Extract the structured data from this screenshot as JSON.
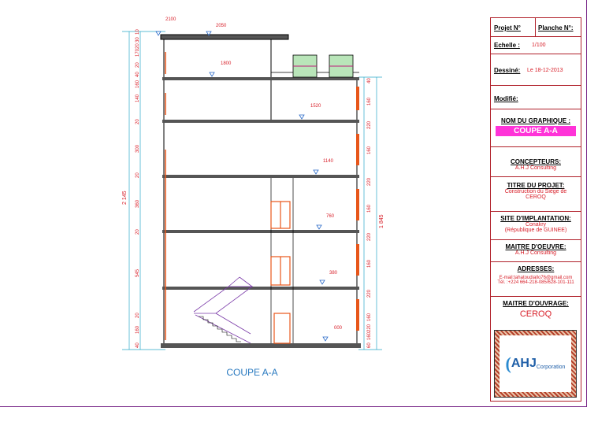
{
  "drawing": {
    "caption": "COUPE A-A",
    "total_height_left": "2 145",
    "total_height_right": "1 845",
    "levels": [
      "2100",
      "2050",
      "1800",
      "1520",
      "1140",
      "760",
      "380",
      "000"
    ],
    "left_dims": [
      "10",
      "30",
      "20",
      "170",
      "20",
      "40",
      "160",
      "140",
      "20",
      "300",
      "20",
      "360",
      "20",
      "545",
      "20",
      "160",
      "40"
    ],
    "right_dims": [
      "40",
      "160",
      "220",
      "160",
      "220",
      "160",
      "220",
      "160",
      "220",
      "160",
      "220",
      "160",
      "60"
    ]
  },
  "title_block": {
    "projet_label": "Projet N°",
    "planche_label": "Planche N°:",
    "echelle_label": "Echelle :",
    "echelle_value": "1/100",
    "dessine_label": "Dessiné:",
    "dessine_value": "Le 18-12-2013",
    "modifie_label": "Modifié:",
    "graph_label": "NOM DU GRAPHIQUE :",
    "graph_value": "COUPE A-A",
    "concepteurs_label": "CONCEPTEURS:",
    "concepteurs_value": "A.H.J Consulting",
    "titre_label": "TITRE DU PROJET:",
    "titre_value": "Construction du Siège de CEROQ",
    "site_label": "SITE D'IMPLANTATION:",
    "site_value1": "Conakry",
    "site_value2": "(République de GUINEE)",
    "moe_label": "MAITRE D'OEUVRE:",
    "moe_value": "A.H.J Consulting",
    "adresses_label": "ADRESSES:",
    "email": "E-mail:tahatoudiallo76@gmail.com",
    "tel": "Tél. :+224 664-218-085/628-101-111",
    "mo_label": "MAITRE D'OUVRAGE:",
    "mo_value": "CEROQ",
    "logo_text": "AHJ",
    "logo_sub": "Corporation",
    "colors": {
      "accent": "#d8202a",
      "highlight": "#ff33d8",
      "frame": "#7a2a8a"
    }
  }
}
